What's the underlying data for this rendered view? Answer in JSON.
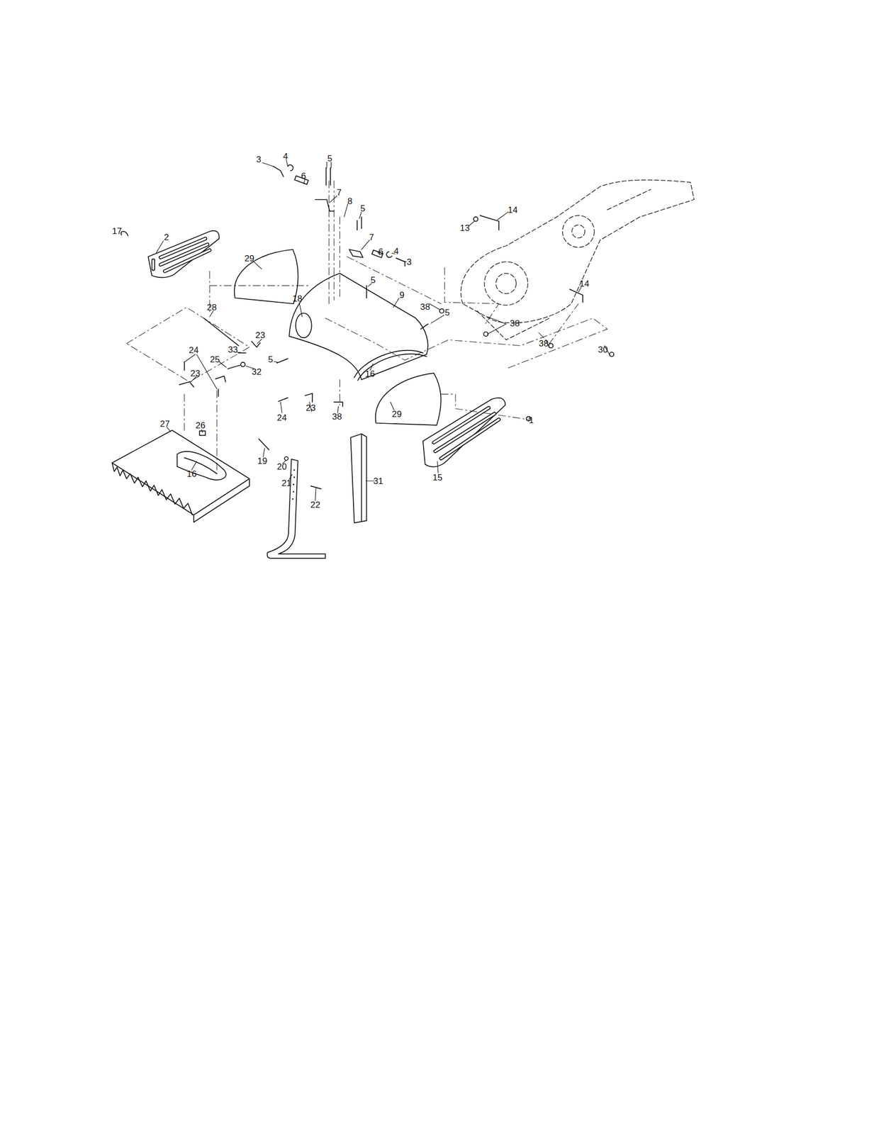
{
  "diagram": {
    "labels": [
      "3",
      "4",
      "5",
      "6",
      "7",
      "8",
      "5",
      "7",
      "6",
      "4",
      "3",
      "17",
      "2",
      "29",
      "14",
      "13",
      "5",
      "18",
      "9",
      "38",
      "5",
      "14",
      "38",
      "28",
      "23",
      "33",
      "24",
      "25",
      "32",
      "5",
      "16",
      "38",
      "30",
      "23",
      "26",
      "27",
      "24",
      "23",
      "38",
      "29",
      "1",
      "15",
      "16",
      "19",
      "20",
      "21",
      "22",
      "31"
    ]
  }
}
